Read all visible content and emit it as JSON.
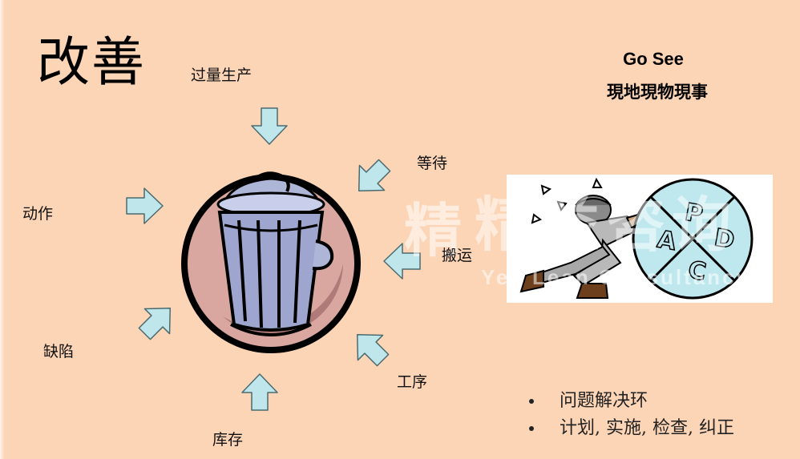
{
  "slide": {
    "title": "改善",
    "background_color": "#FCD4B6",
    "wastes": {
      "overproduction": "过量生产",
      "waiting": "等待",
      "motion": "动作",
      "transport": "搬运",
      "defect": "缺陷",
      "process": "工序",
      "inventory": "库存"
    },
    "arrow_color": "#BFE6EA",
    "go_see": {
      "title": "Go See",
      "subtitle": "現地現物現事"
    },
    "pdca_icon": "person-pushing-pdca-wheel-icon",
    "pdca_wheel_letters": [
      "P",
      "D",
      "C",
      "A"
    ],
    "bullets": [
      "问题解决环",
      "计划, 实施, 检查, 纠正"
    ],
    "watermark": {
      "logo_char": "精",
      "cn_text": "精益咨询",
      "en_text": "Yes Lean Consultancy"
    }
  }
}
